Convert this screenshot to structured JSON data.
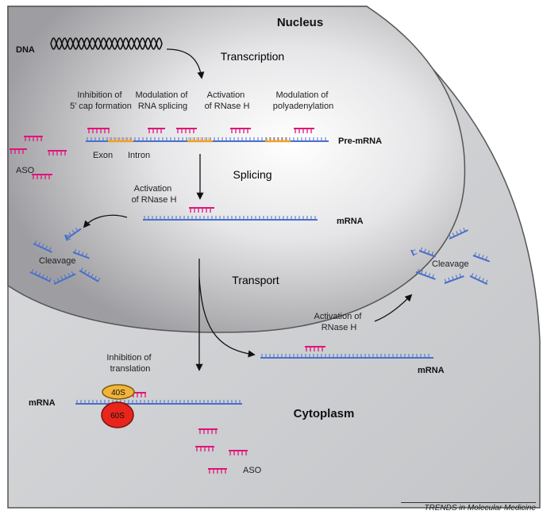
{
  "colors": {
    "process_label": "#2a79c2",
    "rna": "#4a6fc9",
    "aso": "#e0147b",
    "intron": "#f0a02a",
    "ribosome_40s": "#f0b43a",
    "ribosome_60s": "#e8261c",
    "nucleus": "#b9b9bc",
    "cytoplasm": "#cdcfd2"
  },
  "compartments": {
    "nucleus": "Nucleus",
    "cytoplasm": "Cytoplasm"
  },
  "labels": {
    "dna": "DNA",
    "pre_mrna": "Pre-mRNA",
    "mrna_nucleus": "mRNA",
    "mrna_cyto": "mRNA",
    "mrna_ribosome": "mRNA",
    "exon": "Exon",
    "intron": "Intron",
    "aso_nucleus": "ASO",
    "aso_cyto": "ASO",
    "ribosome_40s": "40S",
    "ribosome_60s": "60S",
    "cleavage_nucleus": "Cleavage",
    "cleavage_cyto": "Cleavage"
  },
  "processes": {
    "transcription": "Transcription",
    "splicing": "Splicing",
    "transport": "Transport"
  },
  "mechanisms": {
    "cap": [
      "Inhibition of",
      "5’ cap formation"
    ],
    "splicing": [
      "Modulation of",
      "RNA splicing"
    ],
    "rnaseh_top": [
      "Activation",
      "of RNase H"
    ],
    "polyadenylation": [
      "Modulation of",
      "polyadenylation"
    ],
    "rnaseh_nucleus": [
      "Activation",
      "of RNase H"
    ],
    "rnaseh_cyto": [
      "Activation of",
      "RNase H"
    ],
    "translation": [
      "Inhibition of",
      "translation"
    ]
  },
  "footer": "TRENDS in Molecular Medicine"
}
